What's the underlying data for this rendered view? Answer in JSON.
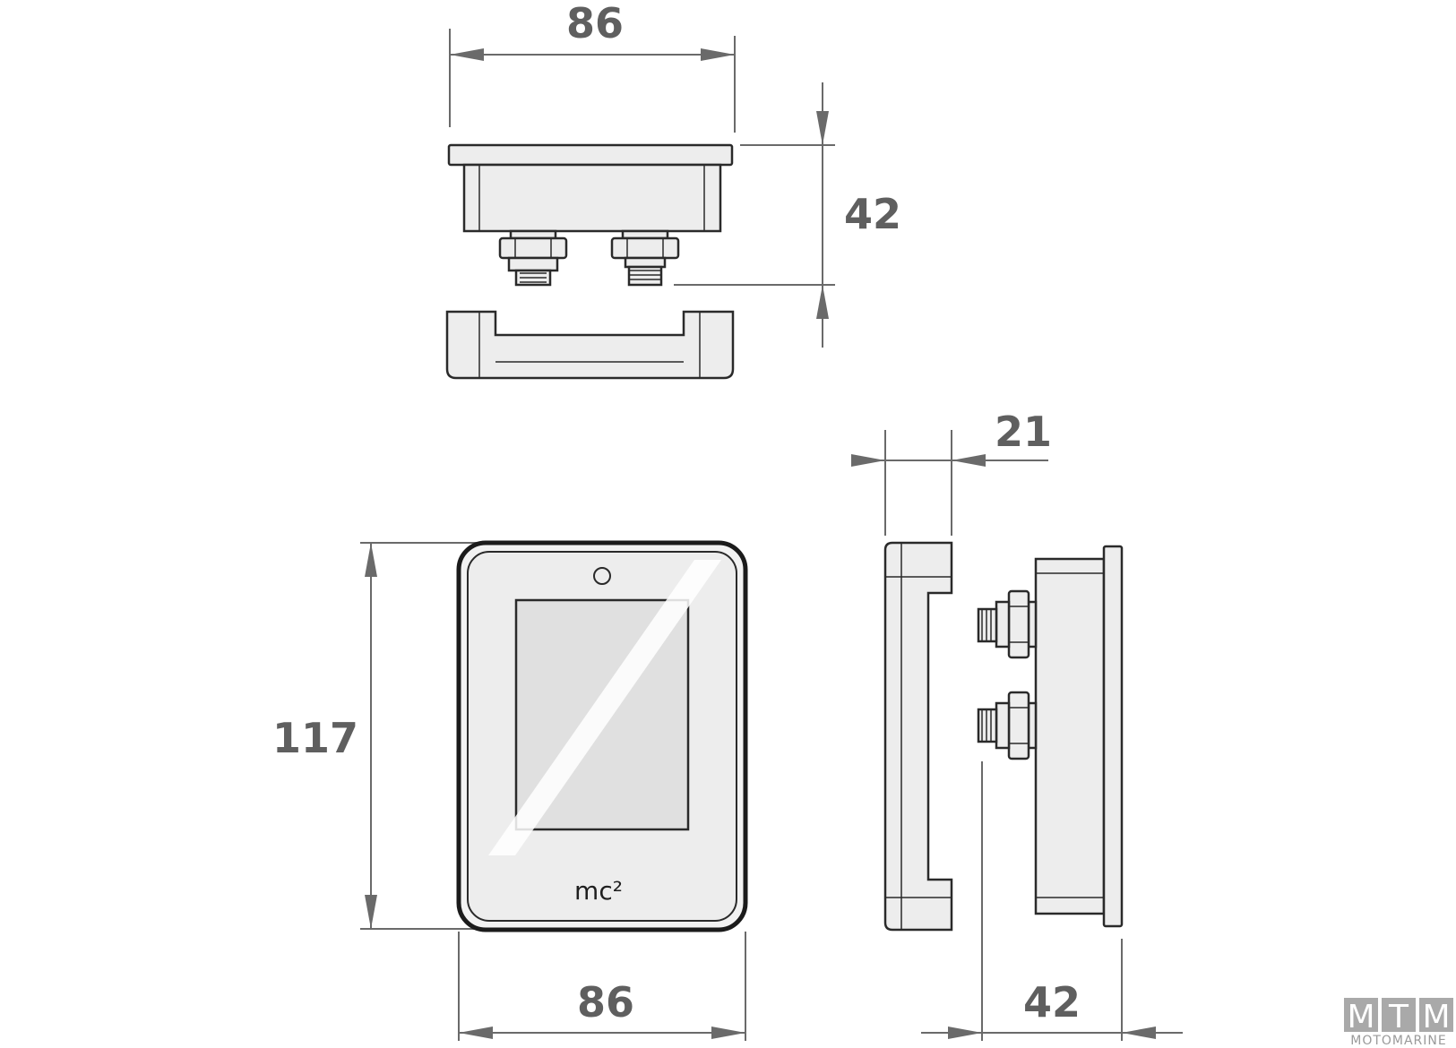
{
  "dimensions": {
    "top_width": "86",
    "top_depth": "42",
    "side_bezel_depth": "21",
    "front_height": "117",
    "front_width": "86",
    "side_depth": "42"
  },
  "logo": {
    "brand_mark": "mc²"
  },
  "watermark": {
    "letters": [
      "M",
      "T",
      "M"
    ],
    "caption": "MOTOMARINE"
  }
}
